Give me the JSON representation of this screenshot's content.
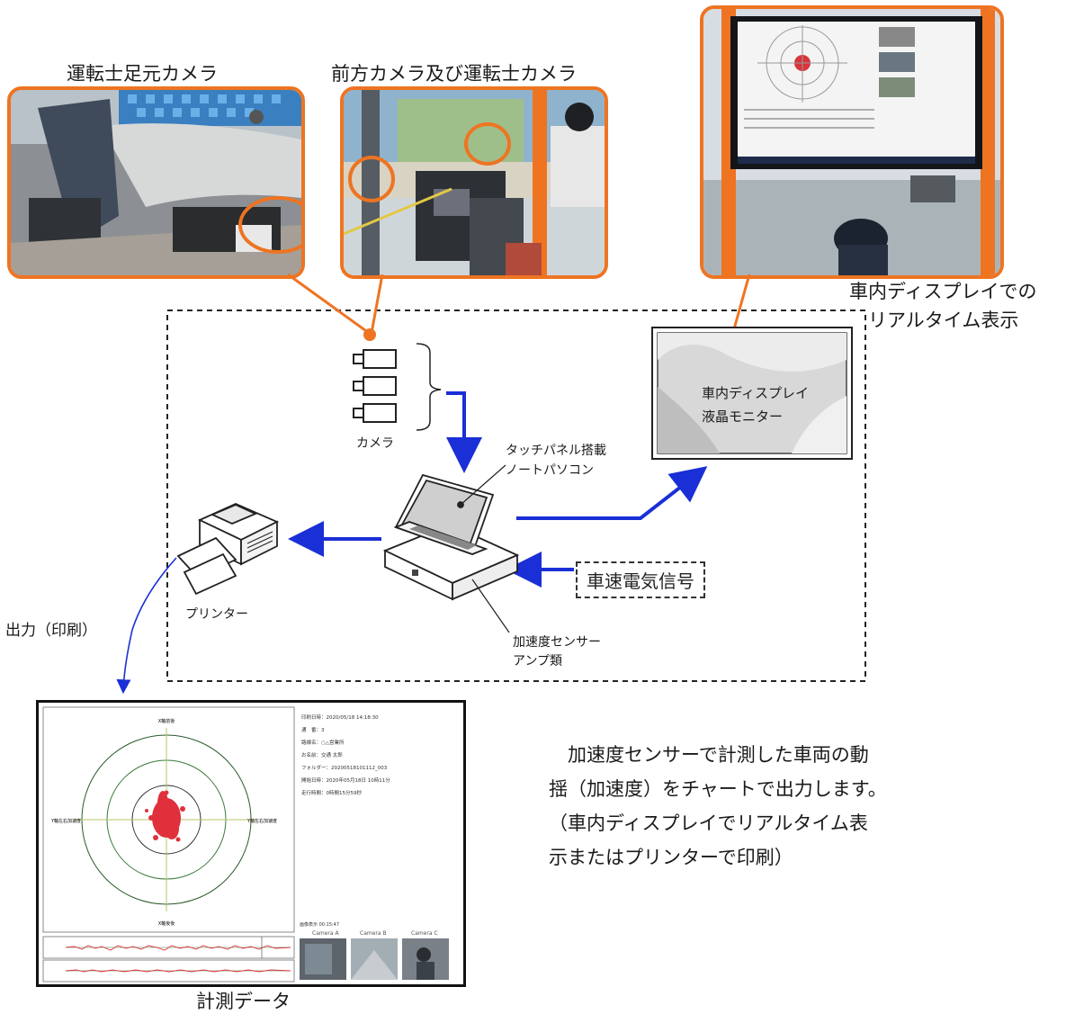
{
  "captions": {
    "foot_camera": "運転士足元カメラ",
    "front_camera": "前方カメラ及び運転士カメラ",
    "display_line1": "車内ディスプレイでの",
    "display_line2": "リアルタイム表示",
    "camera": "カメラ",
    "laptop_line1": "タッチパネル搭載",
    "laptop_line2": "ノートパソコン",
    "monitor_line1": "車内ディスプレイ",
    "monitor_line2": "液晶モニター",
    "printer": "プリンター",
    "output": "出力（印刷）",
    "sensor_line1": "加速度センサー",
    "sensor_line2": "アンプ類",
    "speed_signal": "車速電気信号",
    "measurement": "計測データ"
  },
  "description": {
    "line1": "　加速度センサーで計測した車両の動",
    "line2": "揺（加速度）をチャートで出力します。",
    "line3": "（車内ディスプレイでリアルタイム表",
    "line4": "示またはプリンターで印刷）"
  },
  "report": {
    "info": [
      "印刷日時：2020/05/18 14:18:30",
      "通　番：3",
      "路線名：○△営業所",
      "お名前：交通 太郎",
      "フォルダー：20200518101112_003",
      "開始日時：2020年05月18日 10時11分",
      "走行時間：0時間15分59秒"
    ],
    "axis_top": "X軸前後",
    "axis_bottom": "X軸後後",
    "axis_left": "Y軸左右加速度",
    "axis_right": "Y軸左右加速度",
    "image_time": "画像表示 00:15:47",
    "cameras": [
      "Camera A",
      "Camera B",
      "Camera C"
    ]
  },
  "colors": {
    "accent_orange": "#ee7422",
    "arrow_blue": "#1a2fd6",
    "scatter_red": "#e0303c"
  }
}
